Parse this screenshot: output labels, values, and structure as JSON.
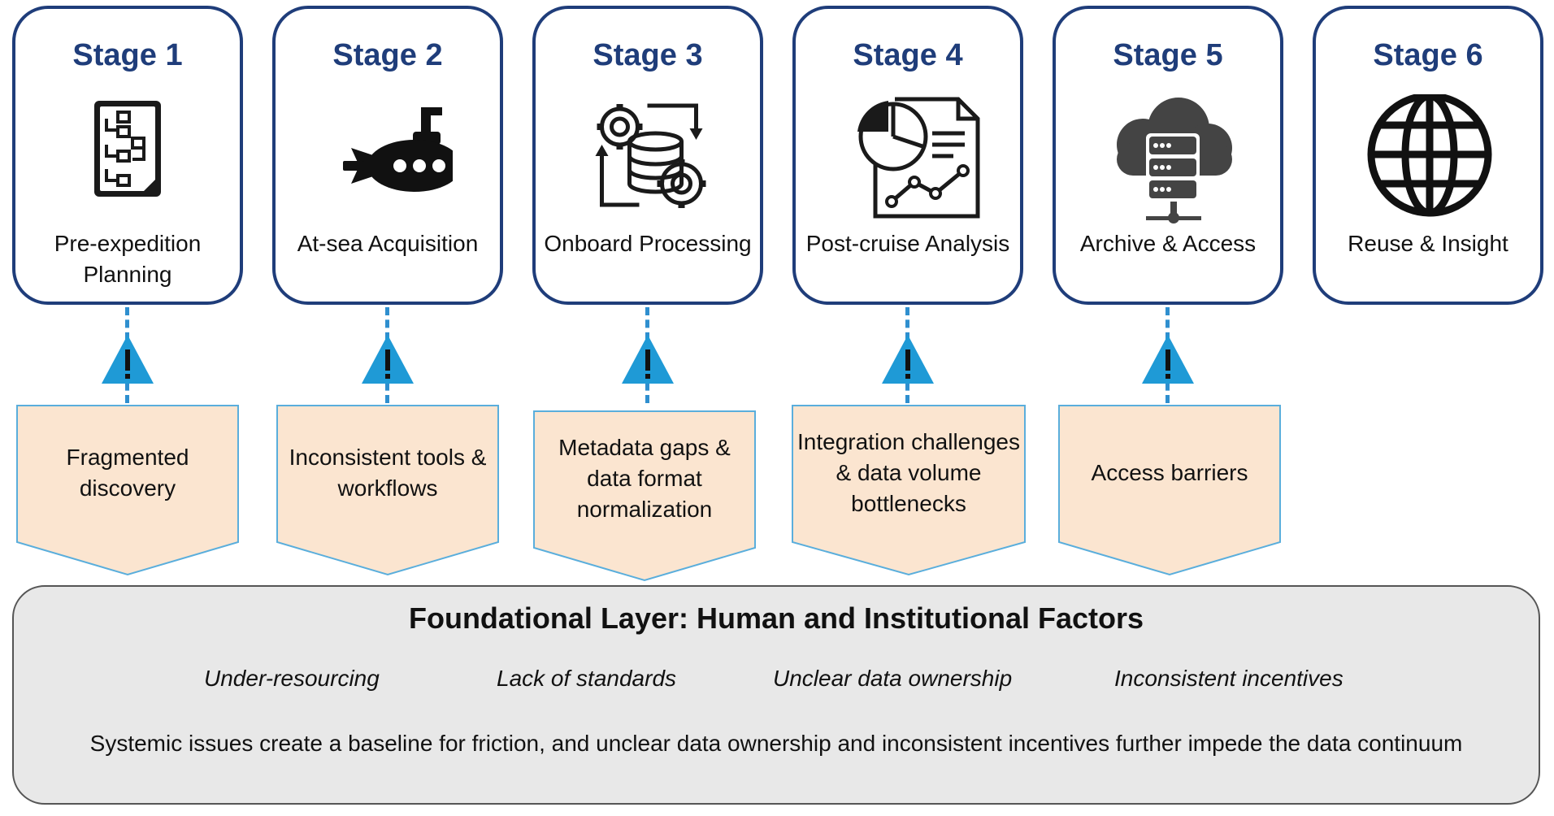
{
  "stages": [
    {
      "title": "Stage 1",
      "label": "Pre-expedition Planning",
      "icon": "checklist-icon"
    },
    {
      "title": "Stage 2",
      "label": "At-sea Acquisition",
      "icon": "submarine-icon"
    },
    {
      "title": "Stage 3",
      "label": "Onboard Processing",
      "icon": "gears-database-icon"
    },
    {
      "title": "Stage 4",
      "label": "Post-cruise Analysis",
      "icon": "report-chart-icon"
    },
    {
      "title": "Stage 5",
      "label": "Archive & Access",
      "icon": "cloud-server-icon"
    },
    {
      "title": "Stage 6",
      "label": "Reuse & Insight",
      "icon": "globe-icon"
    }
  ],
  "challenges": [
    {
      "text": "Fragmented discovery",
      "icon": "warning-icon"
    },
    {
      "text": "Inconsistent tools & workflows",
      "icon": "warning-icon"
    },
    {
      "text": "Metadata gaps & data format normalization",
      "icon": "warning-icon"
    },
    {
      "text": "Integration challenges & data volume bottlenecks",
      "icon": "warning-icon"
    },
    {
      "text": "Access barriers",
      "icon": "warning-icon"
    }
  ],
  "foundation": {
    "title": "Foundational Layer: Human and Institutional Factors",
    "factors": [
      "Under-resourcing",
      "Lack of standards",
      "Unclear data ownership",
      "Inconsistent incentives"
    ],
    "description": "Systemic issues create a baseline for friction, and unclear data ownership and inconsistent incentives further impede the data continuum"
  },
  "colors": {
    "stage_border": "#1f3d7a",
    "connector": "#2f8fcf",
    "warning": "#1f9ad6",
    "challenge_fill": "#fbe5d0",
    "challenge_border": "#5aaedc",
    "foundation_fill": "#e8e8e8"
  }
}
